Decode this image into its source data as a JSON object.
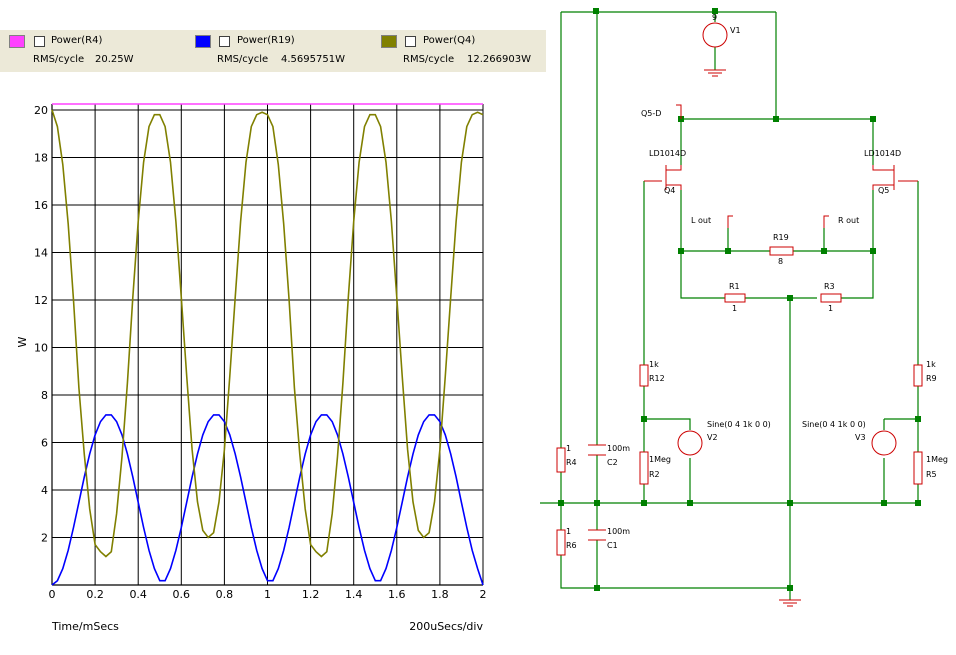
{
  "legend": [
    {
      "name": "Power(R4)",
      "rms_label": "RMS/cycle",
      "rms_value": "20.25W",
      "color": "#ff40ff"
    },
    {
      "name": "Power(R19)",
      "rms_label": "RMS/cycle",
      "rms_value": "4.5695751W",
      "color": "#0000ff"
    },
    {
      "name": "Power(Q4)",
      "rms_label": "RMS/cycle",
      "rms_value": "12.266903W",
      "color": "#808000"
    }
  ],
  "chart_data": {
    "type": "line",
    "xlabel": "Time/mSecs",
    "ylabel": "W",
    "x_scale_note": "200uSecs/div",
    "xlim": [
      0,
      2
    ],
    "ylim": [
      0,
      20.25
    ],
    "x_ticks": [
      "0",
      "0.2",
      "0.4",
      "0.6",
      "0.8",
      "1",
      "1.2",
      "1.4",
      "1.6",
      "1.8",
      "2"
    ],
    "y_ticks": [
      "2",
      "4",
      "6",
      "8",
      "10",
      "12",
      "14",
      "16",
      "18",
      "20"
    ],
    "grid": true,
    "series": [
      {
        "name": "Power(R4)",
        "color": "#ff40ff",
        "x": [
          0,
          2
        ],
        "y": [
          20.25,
          20.25
        ]
      },
      {
        "name": "Power(R19)",
        "color": "#0000ff",
        "x": [
          0.0,
          0.025,
          0.05,
          0.075,
          0.1,
          0.125,
          0.15,
          0.175,
          0.2,
          0.225,
          0.25,
          0.275,
          0.3,
          0.325,
          0.35,
          0.375,
          0.4,
          0.425,
          0.45,
          0.475,
          0.5,
          0.525,
          0.55,
          0.575,
          0.6,
          0.625,
          0.65,
          0.675,
          0.7,
          0.725,
          0.75,
          0.775,
          0.8,
          0.825,
          0.85,
          0.875,
          0.9,
          0.925,
          0.95,
          0.975,
          1.0,
          1.025,
          1.05,
          1.075,
          1.1,
          1.125,
          1.15,
          1.175,
          1.2,
          1.225,
          1.25,
          1.275,
          1.3,
          1.325,
          1.35,
          1.375,
          1.4,
          1.425,
          1.45,
          1.475,
          1.5,
          1.525,
          1.55,
          1.575,
          1.6,
          1.625,
          1.65,
          1.675,
          1.7,
          1.725,
          1.75,
          1.775,
          1.8,
          1.825,
          1.85,
          1.875,
          1.9,
          1.925,
          1.95,
          1.975,
          2.0
        ],
        "y": [
          0.0,
          0.18,
          0.69,
          1.46,
          2.42,
          3.48,
          4.55,
          5.52,
          6.32,
          6.88,
          7.16,
          7.16,
          6.88,
          6.32,
          5.52,
          4.55,
          3.48,
          2.42,
          1.46,
          0.69,
          0.18,
          0.18,
          0.69,
          1.46,
          2.42,
          3.48,
          4.55,
          5.52,
          6.32,
          6.88,
          7.16,
          7.16,
          6.88,
          6.32,
          5.52,
          4.55,
          3.48,
          2.42,
          1.46,
          0.69,
          0.18,
          0.18,
          0.69,
          1.46,
          2.42,
          3.48,
          4.55,
          5.52,
          6.32,
          6.88,
          7.16,
          7.16,
          6.88,
          6.32,
          5.52,
          4.55,
          3.48,
          2.42,
          1.46,
          0.69,
          0.18,
          0.18,
          0.69,
          1.46,
          2.42,
          3.48,
          4.55,
          5.52,
          6.32,
          6.88,
          7.16,
          7.16,
          6.88,
          6.32,
          5.52,
          4.55,
          3.48,
          2.42,
          1.46,
          0.69,
          0.0
        ]
      },
      {
        "name": "Power(Q4)",
        "color": "#808000",
        "x": [
          0.0,
          0.025,
          0.05,
          0.075,
          0.1,
          0.125,
          0.15,
          0.175,
          0.2,
          0.225,
          0.25,
          0.275,
          0.3,
          0.325,
          0.35,
          0.375,
          0.4,
          0.425,
          0.45,
          0.475,
          0.5,
          0.525,
          0.55,
          0.575,
          0.6,
          0.625,
          0.65,
          0.675,
          0.7,
          0.725,
          0.75,
          0.775,
          0.8,
          0.825,
          0.85,
          0.875,
          0.9,
          0.925,
          0.95,
          0.975,
          1.0,
          1.025,
          1.05,
          1.075,
          1.1,
          1.125,
          1.15,
          1.175,
          1.2,
          1.225,
          1.25,
          1.275,
          1.3,
          1.325,
          1.35,
          1.375,
          1.4,
          1.425,
          1.45,
          1.475,
          1.5,
          1.525,
          1.55,
          1.575,
          1.6,
          1.625,
          1.65,
          1.675,
          1.7,
          1.725,
          1.75,
          1.775,
          1.8,
          1.825,
          1.85,
          1.875,
          1.9,
          1.925,
          1.95,
          1.975,
          2.0
        ],
        "y": [
          20.0,
          19.3,
          17.7,
          15.2,
          12.0,
          8.3,
          5.5,
          3.2,
          1.7,
          1.4,
          1.2,
          1.4,
          3.0,
          5.4,
          8.5,
          12.1,
          15.3,
          17.8,
          19.3,
          19.8,
          19.8,
          19.3,
          17.8,
          15.3,
          12.1,
          8.8,
          5.7,
          3.5,
          2.3,
          2.0,
          2.2,
          3.5,
          5.7,
          8.8,
          12.1,
          15.3,
          17.8,
          19.3,
          19.8,
          19.9,
          19.8,
          19.3,
          17.7,
          15.2,
          12.0,
          8.3,
          5.5,
          3.2,
          1.7,
          1.4,
          1.2,
          1.4,
          3.0,
          5.4,
          8.5,
          12.1,
          15.3,
          17.8,
          19.3,
          19.8,
          19.8,
          19.3,
          17.8,
          15.3,
          12.1,
          8.8,
          5.7,
          3.5,
          2.3,
          2.0,
          2.2,
          3.5,
          5.7,
          8.8,
          12.1,
          15.3,
          17.8,
          19.3,
          19.8,
          19.9,
          19.8
        ]
      }
    ]
  },
  "schematic": {
    "labels": {
      "v1_value": "9",
      "v1_name": "V1",
      "q5d": "Q5-D",
      "q4_model": "LD1014D",
      "q4_name": "Q4",
      "q5_model": "LD1014D",
      "q5_name": "Q5",
      "lout": "L out",
      "rout": "R out",
      "r19_name": "R19",
      "r19_value": "8",
      "r1_name": "R1",
      "r1_value": "1",
      "r3_name": "R3",
      "r3_value": "1",
      "r12_value": "1k",
      "r12_name": "R12",
      "r9_value": "1k",
      "r9_name": "R9",
      "v2_value": "Sine(0 4 1k 0 0)",
      "v2_name": "V2",
      "v3_value": "Sine(0 4 1k 0 0)",
      "v3_name": "V3",
      "r2_value": "1Meg",
      "r2_name": "R2",
      "r5_value": "1Meg",
      "r5_name": "R5",
      "r4_value": "1",
      "r4_name": "R4",
      "c2_value": "100m",
      "c2_name": "C2",
      "r6_value": "1",
      "r6_name": "R6",
      "c1_value": "100m",
      "c1_name": "C1"
    }
  }
}
